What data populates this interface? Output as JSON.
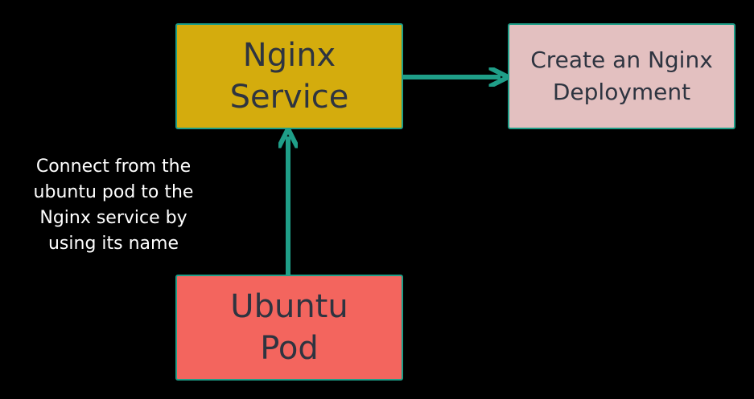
{
  "colors": {
    "background": "#000000",
    "arrow": "#1f9e88",
    "nginx_service_fill": "#d4ac0d",
    "deployment_fill": "#e3c0c0",
    "ubuntu_pod_fill": "#f3655e",
    "node_text": "#2e3440",
    "note_text": "#ffffff"
  },
  "nodes": {
    "nginx_service": {
      "lines": [
        "Nginx",
        "Service"
      ]
    },
    "deployment": {
      "lines": [
        "Create an Nginx",
        "Deployment"
      ]
    },
    "ubuntu_pod": {
      "lines": [
        "Ubuntu",
        "Pod"
      ]
    }
  },
  "note": {
    "lines": [
      "Connect from the",
      "ubuntu pod to the",
      "Nginx service by",
      "using its name"
    ]
  },
  "edges": [
    {
      "from": "ubuntu_pod",
      "to": "nginx_service"
    },
    {
      "from": "nginx_service",
      "to": "deployment"
    }
  ]
}
